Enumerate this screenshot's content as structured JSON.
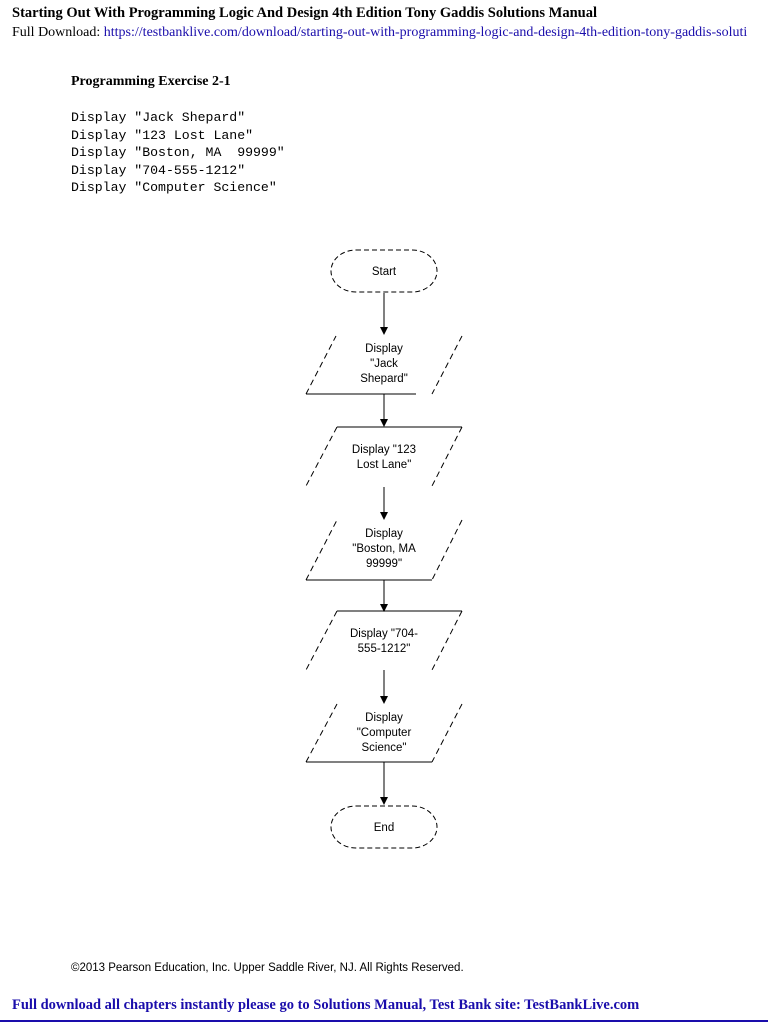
{
  "header": {
    "title": "Starting Out With Programming Logic And Design 4th Edition Tony Gaddis Solutions Manual",
    "download_label": "Full Download: ",
    "download_url": "https://testbanklive.com/download/starting-out-with-programming-logic-and-design-4th-edition-tony-gaddis-soluti"
  },
  "exercise": {
    "title": "Programming Exercise 2-1",
    "code_lines": [
      "Display \"Jack Shepard\"",
      "Display \"123 Lost Lane\"",
      "Display \"Boston, MA  99999\"",
      "Display \"704-555-1212\"",
      "Display \"Computer Science\""
    ]
  },
  "flowchart": {
    "start_label": "Start",
    "end_label": "End",
    "steps": [
      [
        "Display",
        "\"Jack",
        "Shepard\""
      ],
      [
        "Display \"123",
        "Lost Lane\""
      ],
      [
        "Display",
        "\"Boston, MA",
        "99999\""
      ],
      [
        "Display \"704-",
        "555-1212\""
      ],
      [
        "Display",
        "\"Computer",
        "Science\""
      ]
    ]
  },
  "copyright": "©2013 Pearson Education, Inc. Upper Saddle River, NJ. All Rights Reserved.",
  "footer": "Full download all chapters instantly please go to Solutions Manual, Test Bank site: TestBankLive.com"
}
